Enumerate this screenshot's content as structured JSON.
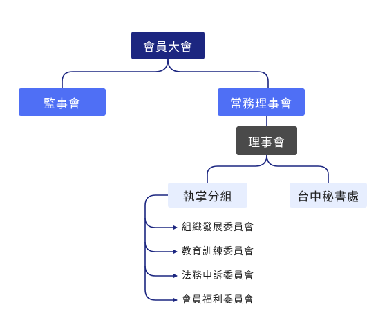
{
  "diagram": {
    "root": {
      "label": "會員大會"
    },
    "supervisors": {
      "label": "監事會"
    },
    "standing_board": {
      "label": "常務理事會"
    },
    "board": {
      "label": "理事會"
    },
    "exec_group": {
      "label": "執掌分組"
    },
    "taichung_office": {
      "label": "台中秘書處"
    },
    "committees": [
      {
        "label": "組織發展委員會"
      },
      {
        "label": "教育訓練委員會"
      },
      {
        "label": "法務申訴委員會"
      },
      {
        "label": "會員福利委員會"
      }
    ]
  },
  "colors": {
    "root": "#1c2680",
    "primary": "#4f6ff5",
    "board": "#4a4a4a",
    "light": "#e7eefe",
    "connector": "#1c2680"
  }
}
